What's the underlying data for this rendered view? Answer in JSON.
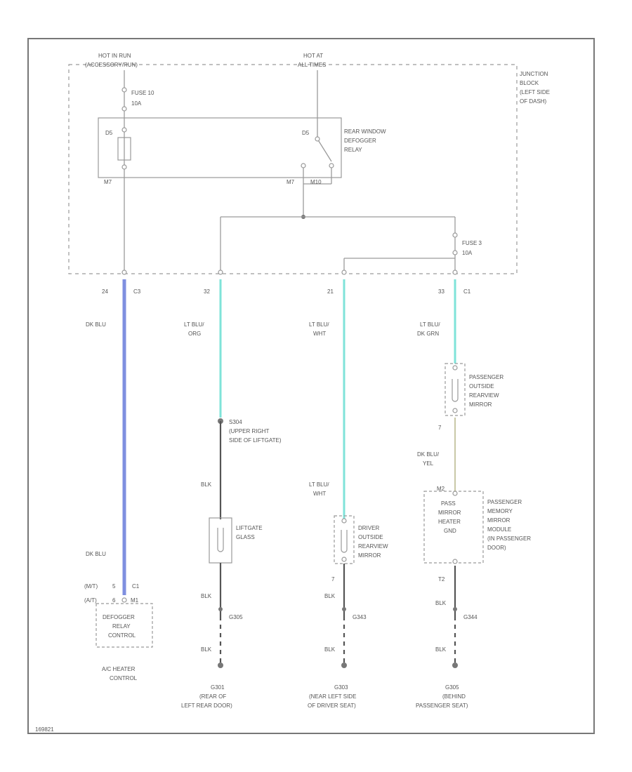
{
  "diagram": {
    "colors": {
      "dk_blu": "#7f8fe0",
      "lt_blu": "#7fe3d9",
      "dk_blu_yel": "#c9c8a6",
      "blk": "#555555",
      "generic": "#9a9a9a"
    },
    "top": {
      "hot_in_run_label": "HOT IN RUN",
      "hot_in_run_sub": "(ACCESSORY/RUN)",
      "hot_at_all_label": "HOT AT",
      "hot_at_all_sub": "ALL TIMES",
      "fuse10": "FUSE 10",
      "fuse10_amps": "10A"
    },
    "junction": {
      "line1": "JUNCTION",
      "line2": "BLOCK",
      "line3": "(LEFT SIDE",
      "line4": "OF DASH)"
    },
    "relay": {
      "line1": "REAR WINDOW",
      "line2": "DEFOGGER",
      "line3": "RELAY",
      "pin_coil_top": "D5",
      "pin_coil_bot": "M7",
      "pin_sw_top": "D5",
      "pin_sw_bot": "M7",
      "pin_out": "M10"
    },
    "fuse3": {
      "label": "FUSE 3",
      "amps": "10A"
    },
    "connectors": {
      "c_left_pin": "24",
      "c_left_name": "C3",
      "c2_pin": "32",
      "c3_pin": "21",
      "c4_pin": "33",
      "c4_name": "C1"
    },
    "wires": {
      "w1_color": "DK BLU",
      "w1_color2": "DK BLU",
      "w2_line1": "LT BLU/",
      "w2_line2": "ORG",
      "w3_line1": "LT BLU/",
      "w3_line2": "WHT",
      "w4_line1": "LT BLU/",
      "w4_line2": "DK GRN",
      "w4b_line1": "DK BLU/",
      "w4b_line2": "YEL",
      "w3b_line1": "LT BLU/",
      "w3b_line2": "WHT",
      "blk": "BLK"
    },
    "branch2": {
      "splice": "S304",
      "splice_line1": "(UPPER RIGHT",
      "splice_line2": "SIDE OF LIFTGATE)",
      "glass_line1": "LIFTGATE",
      "glass_line2": "GLASS",
      "ground_splice": "G305",
      "ground": "G301",
      "ground_line1": "(REAR OF",
      "ground_line2": "LEFT REAR DOOR)"
    },
    "branch3": {
      "mirror_line1": "DRIVER",
      "mirror_line2": "OUTSIDE",
      "mirror_line3": "REARVIEW",
      "mirror_line4": "MIRROR",
      "pin": "7",
      "ground_splice": "G343",
      "ground": "G303",
      "ground_line1": "(NEAR LEFT SIDE",
      "ground_line2": "OF DRIVER SEAT)"
    },
    "branch4": {
      "mirror_line1": "PASSENGER",
      "mirror_line2": "OUTSIDE",
      "mirror_line3": "REARVIEW",
      "mirror_line4": "MIRROR",
      "pin": "7",
      "module_pin": "M2",
      "heater_line1": "PASS",
      "heater_line2": "MIRROR",
      "heater_line3": "HEATER",
      "heater_line4": "GND",
      "module_line1": "PASSENGER",
      "module_line2": "MEMORY",
      "module_line3": "MIRROR",
      "module_line4": "MODULE",
      "module_line5": "(IN PASSENGER",
      "module_line6": "DOOR)",
      "pin_t2": "T2",
      "ground_splice": "G344",
      "ground": "G305",
      "ground_line1": "(BEHIND",
      "ground_line2": "PASSENGER SEAT)"
    },
    "control": {
      "mt": "(M/T)",
      "at": "(A/T)",
      "pin_mt": "5",
      "pin_at": "6",
      "conn": "C1",
      "conn2": "M1",
      "box_line1": "DEFOGGER",
      "box_line2": "RELAY",
      "box_line3": "CONTROL",
      "name_line1": "A/C HEATER",
      "name_line2": "CONTROL"
    },
    "footer_id": "169821"
  }
}
